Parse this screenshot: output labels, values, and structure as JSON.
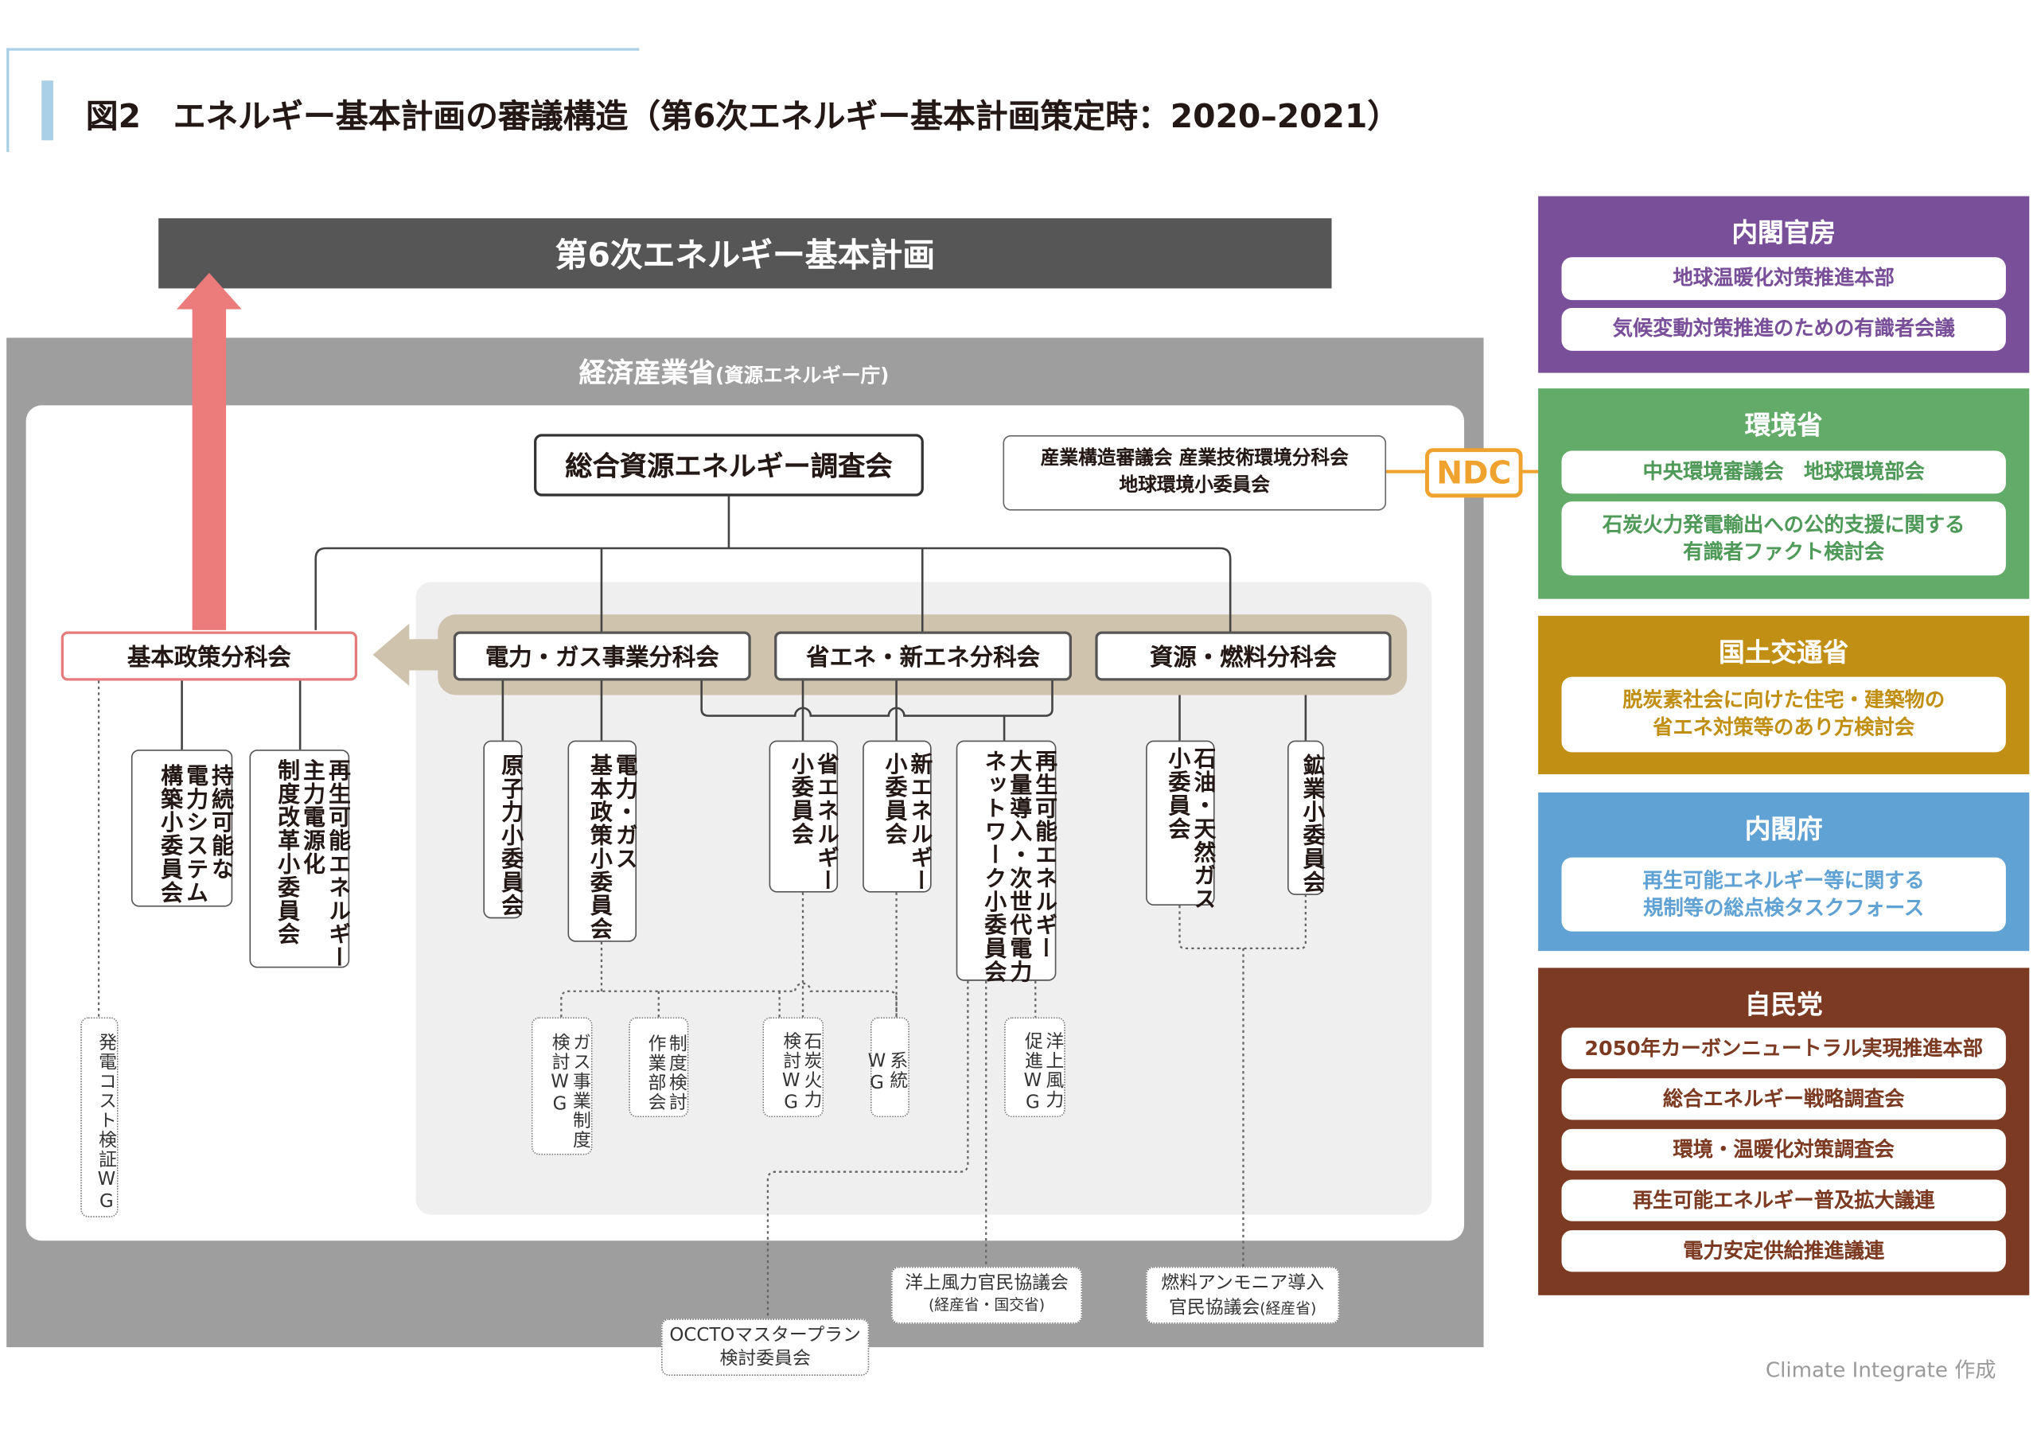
{
  "figure_title": "図2　エネルギー基本計画の審議構造（第6次エネルギー基本計画策定時：2020–2021）",
  "top_plan": "第6次エネルギー基本計画",
  "meti": {
    "title": "経済産業省",
    "title_sub": "(資源エネルギー庁)",
    "main_council": "総合資源エネルギー調査会",
    "industry_council": "産業構造審議会 産業技術環境分科会\n地球環境小委員会",
    "ndc": "NDC",
    "subcommittee_groups": {
      "basic_policy": "基本政策分科会",
      "power_gas": "電力・ガス事業分科会",
      "energy_saving_new": "省エネ・新エネ分科会",
      "resources_fuel": "資源・燃料分科会"
    },
    "subcommittees": {
      "sustainable_power": "持続可能な\n電力システム\n構築小委員会",
      "renewable_main": "再生可能エネルギー\n主力電源化\n制度改革小委員会",
      "power_cost_wg": "発電コスト検証WG",
      "nuclear": "原子力小委員会",
      "power_gas_basic": "電力・ガス\n基本政策小委員会",
      "energy_saving": "省エネルギー\n小委員会",
      "new_energy": "新エネルギー\n小委員会",
      "renewable_network": "再生可能エネルギー\n大量導入・次世代電力\nネットワーク小委員会",
      "oil_gas": "石油・天然ガス\n小委員会",
      "mining": "鉱業小委員会"
    },
    "working_groups": {
      "gas_system": "ガス事業制度\n検討WG",
      "system_review": "制度検討\n作業部会",
      "coal_power": "石炭火力\n検討WG",
      "grid": "系統\nWG",
      "offshore_wind": "洋上風力\n促進WG"
    },
    "external_councils": {
      "offshore_public_private": "洋上風力官民協議会",
      "offshore_public_private_sub": "(経産省・国交省)",
      "ammonia": "燃料アンモニア導入",
      "ammonia_line2": "官民協議会",
      "ammonia_sub": "(経産省)",
      "occto": "OCCTOマスタープラン\n検討委員会"
    }
  },
  "other_bodies": [
    {
      "title": "内閣官房",
      "color": "#7a4f9a",
      "items": [
        "地球温暖化対策推進本部",
        "気候変動対策推進のための有識者会議"
      ]
    },
    {
      "title": "環境省",
      "color": "#62ab68",
      "items": [
        "中央環境審議会　地球環境部会",
        "石炭火力発電輸出への公的支援に関する\n有識者ファクト検討会"
      ]
    },
    {
      "title": "国土交通省",
      "color": "#c18f14",
      "items": [
        "脱炭素社会に向けた住宅・建築物の\n省エネ対策等のあり方検討会"
      ]
    },
    {
      "title": "内閣府",
      "color": "#60a2d3",
      "items": [
        "再生可能エネルギー等に関する\n規制等の総点検タスクフォース"
      ]
    },
    {
      "title": "自民党",
      "color": "#7b3a21",
      "items": [
        "2050年カーボンニュートラル実現推進本部",
        "総合エネルギー戦略調査会",
        "環境・温暖化対策調査会",
        "再生可能エネルギー普及拡大議連",
        "電力安定供給推進議連"
      ]
    }
  ],
  "credit": "Climate Integrate 作成"
}
